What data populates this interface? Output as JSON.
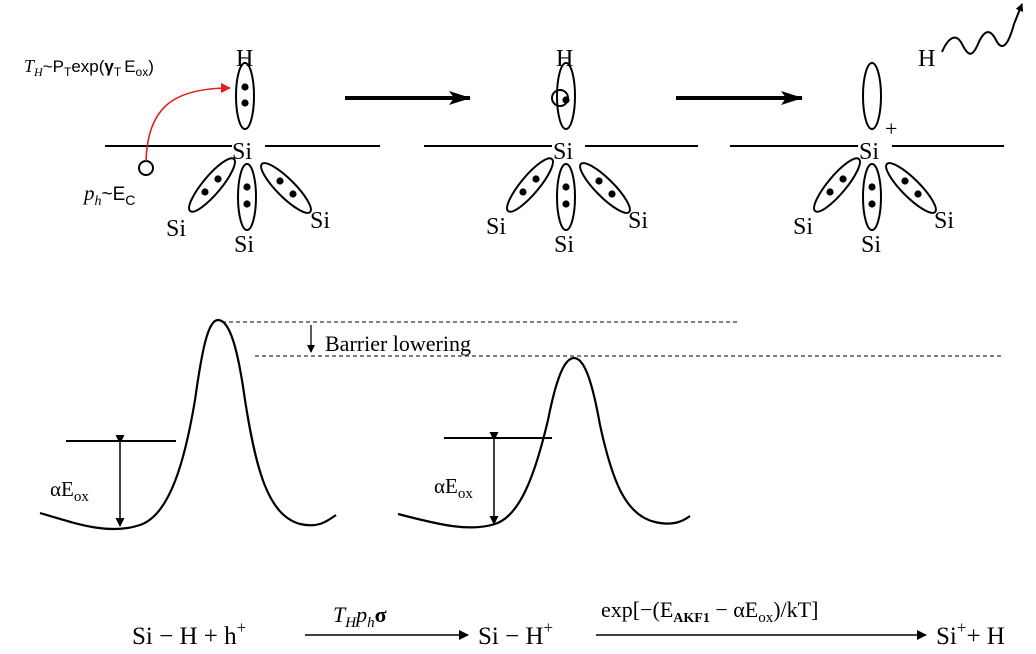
{
  "top": {
    "tunneling_T": "T",
    "tunneling_T_sub": "H",
    "tunneling_rest_a": "~P",
    "tunneling_rest_a_sub": "T",
    "tunneling_rest_b": "exp(",
    "tunneling_gamma": "γ",
    "tunneling_gamma_sub": "T",
    "tunneling_E": "E",
    "tunneling_E_sub": "ox",
    "tunneling_close": ")",
    "hole_p": "p",
    "hole_p_sub": "h",
    "hole_rest": "~E",
    "hole_rest_sub": "C",
    "h_label": "H",
    "si_label": "Si",
    "plus_label": "+"
  },
  "middle": {
    "barrier_lowering": "Barrier lowering",
    "alpha_E": "αE",
    "alpha_E_sub": "ox"
  },
  "bottom": {
    "reactant_left": "Si − H + h",
    "reactant_sup": "+",
    "arrow1_T": "T",
    "arrow1_T_sub": "H",
    "arrow1_p": "p",
    "arrow1_p_sub": "h",
    "arrow1_sigma": "σ",
    "intermediate": "Si − H",
    "intermediate_sup": "+",
    "arrow2_a": "exp[−(E",
    "arrow2_a_sub": "AKF1",
    "arrow2_b": " − αE",
    "arrow2_b_sub": "ox",
    "arrow2_c": ")/kT]",
    "product_si": "Si",
    "product_sup": "+",
    "product_rest": "+ H"
  }
}
